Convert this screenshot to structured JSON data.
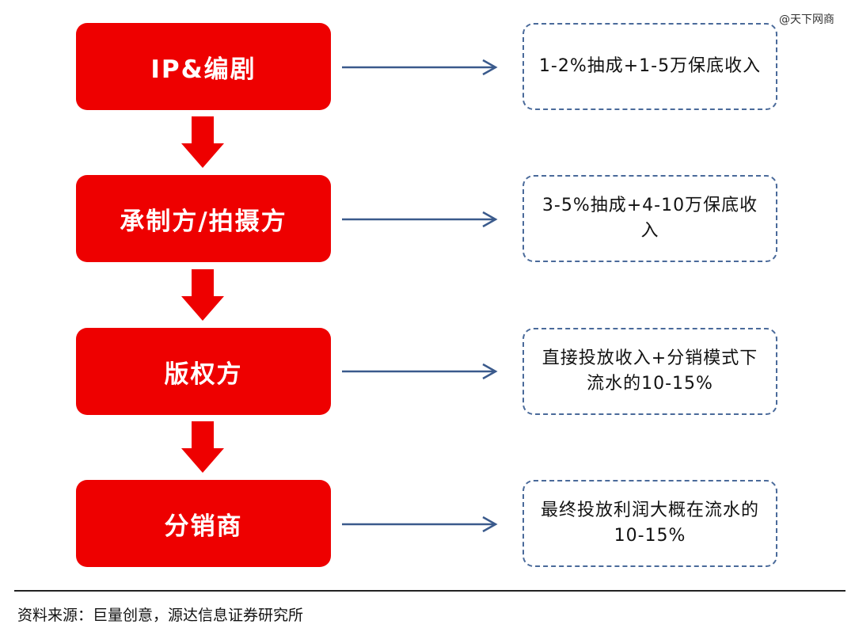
{
  "watermark": "@天下网商",
  "stages": [
    {
      "label": "IP&编剧",
      "note": "1-2%抽成+1-5万保底收入"
    },
    {
      "label": "承制方/拍摄方",
      "note": "3-5%抽成+4-10万保底收入"
    },
    {
      "label": "版权方",
      "note": "直接投放收入+分销模式下流水的10-15%"
    },
    {
      "label": "分销商",
      "note": "最终投放利润大概在流水的10-15%"
    }
  ],
  "source": "资料来源：巨量创意，源达信息证券研究所",
  "colors": {
    "stage_fill": "#ee0000",
    "note_border": "#4a6a9a",
    "connector": "#3a5a8c",
    "down_arrow": "#ee0000"
  }
}
